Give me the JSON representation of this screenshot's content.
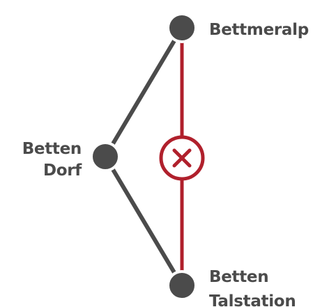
{
  "colors": {
    "background": "#ffffff",
    "node_fill": "#4b4b4b",
    "node_ring": "#ffffff",
    "open_line": "#4b4b4b",
    "closed_line": "#b0202c",
    "label_text": "#4b4b4b"
  },
  "stations": {
    "bettmeralp": {
      "label": "Bettmeralp"
    },
    "betten_dorf": {
      "label_line1": "Betten",
      "label_line2": "Dorf"
    },
    "betten_talstation": {
      "label_line1": "Betten",
      "label_line2": "Talstation"
    }
  },
  "connections": [
    {
      "from": "Bettmeralp",
      "to": "Betten Dorf",
      "status": "open"
    },
    {
      "from": "Betten Dorf",
      "to": "Betten Talstation",
      "status": "open"
    },
    {
      "from": "Bettmeralp",
      "to": "Betten Talstation",
      "status": "closed",
      "icon": "closed-x-icon"
    }
  ]
}
